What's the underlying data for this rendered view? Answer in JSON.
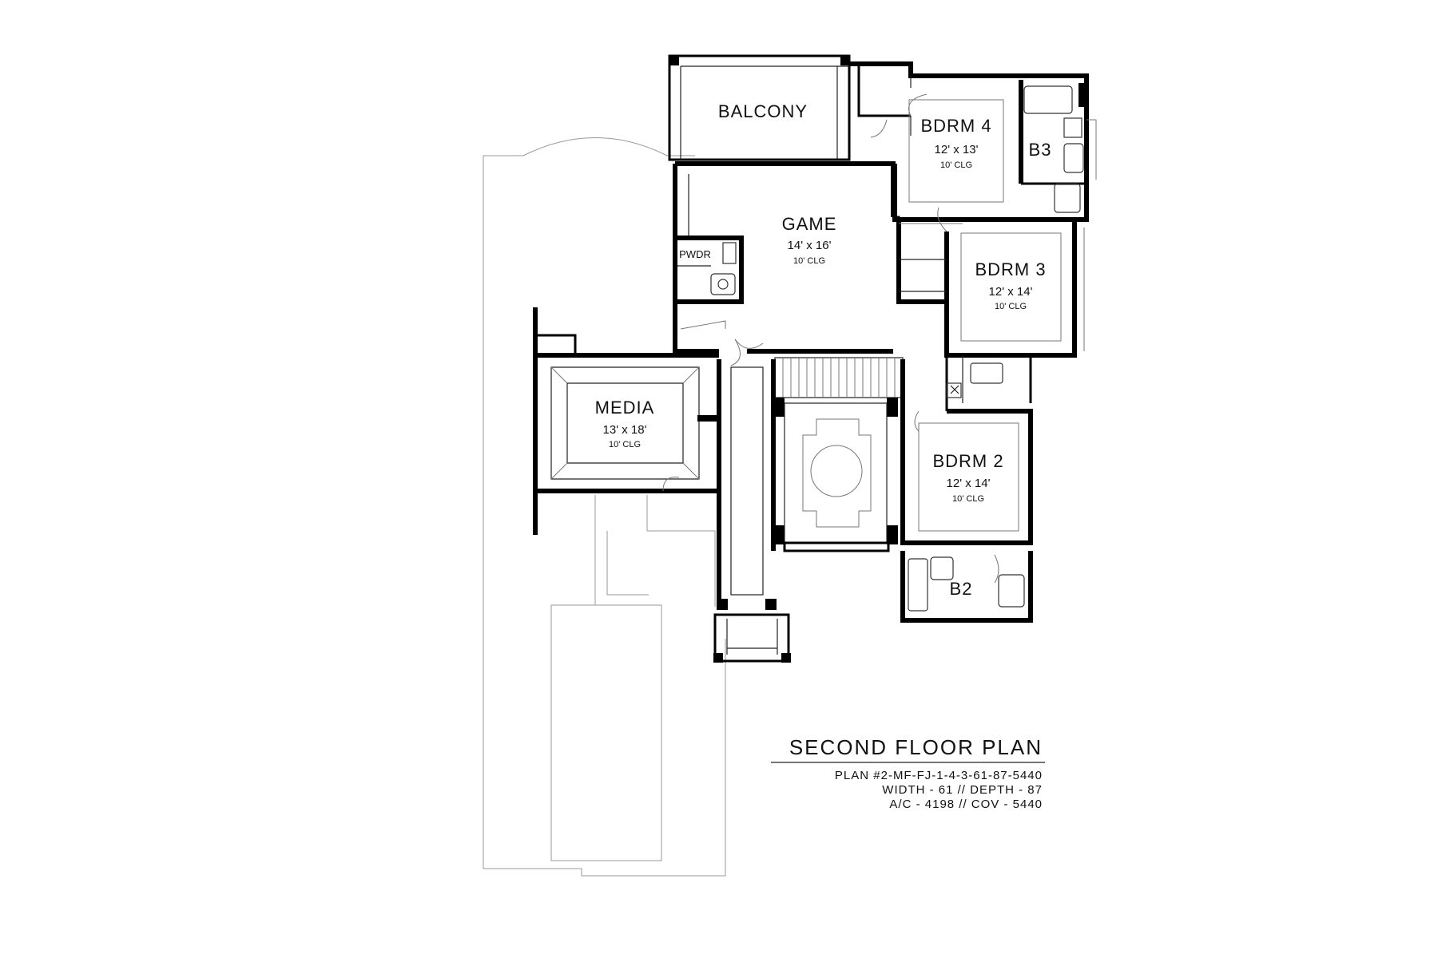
{
  "plan": {
    "title": "SECOND FLOOR PLAN",
    "plan_number": "PLAN #2-MF-FJ-1-4-3-61-87-5440",
    "dimensions": "WIDTH - 61 // DEPTH - 87",
    "area": "A/C - 4198 // COV - 5440"
  },
  "rooms": {
    "balcony": {
      "name": "BALCONY"
    },
    "bdrm4": {
      "name": "BDRM 4",
      "size": "12' x 13'",
      "clg": "10' CLG"
    },
    "b3": {
      "name": "B3"
    },
    "game": {
      "name": "GAME",
      "size": "14' x 16'",
      "clg": "10' CLG"
    },
    "pwdr": {
      "name": "PWDR"
    },
    "bdrm3": {
      "name": "BDRM 3",
      "size": "12' x 14'",
      "clg": "10' CLG"
    },
    "media": {
      "name": "MEDIA",
      "size": "13' x 18'",
      "clg": "10' CLG"
    },
    "bdrm2": {
      "name": "BDRM 2",
      "size": "12' x 14'",
      "clg": "10' CLG"
    },
    "b2": {
      "name": "B2"
    }
  }
}
